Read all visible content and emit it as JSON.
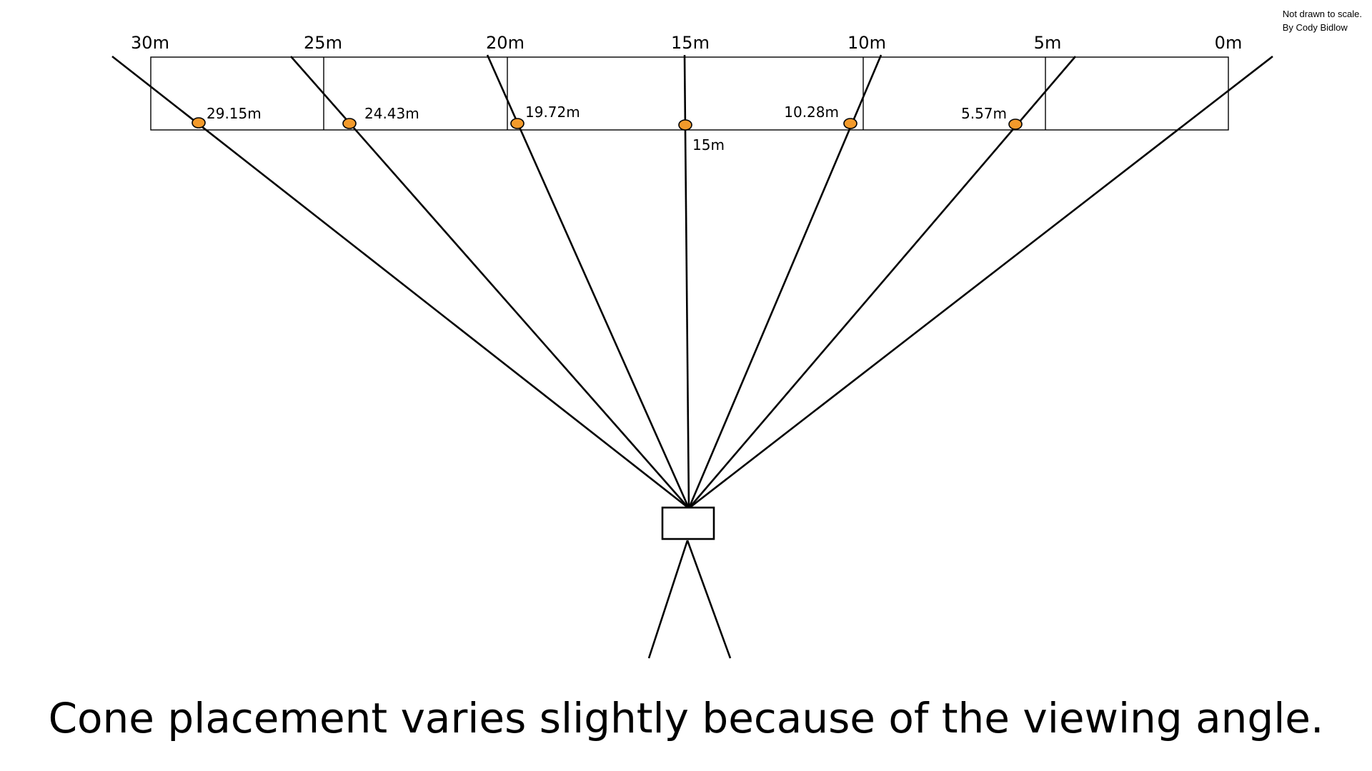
{
  "notes": {
    "scale_note": "Not drawn to scale.",
    "author": "By Cody Bidlow"
  },
  "distance_markers": [
    "30m",
    "25m",
    "20m",
    "15m",
    "10m",
    "5m",
    "0m"
  ],
  "cones": [
    {
      "label": "29.15m"
    },
    {
      "label": "24.43m"
    },
    {
      "label": "19.72m"
    },
    {
      "label": "15m"
    },
    {
      "label": "10.28m"
    },
    {
      "label": "5.57m"
    }
  ],
  "caption": "Cone placement varies slightly because of the viewing angle.",
  "colors": {
    "cone": "#f39a2b",
    "line": "#000000",
    "background": "#ffffff"
  }
}
